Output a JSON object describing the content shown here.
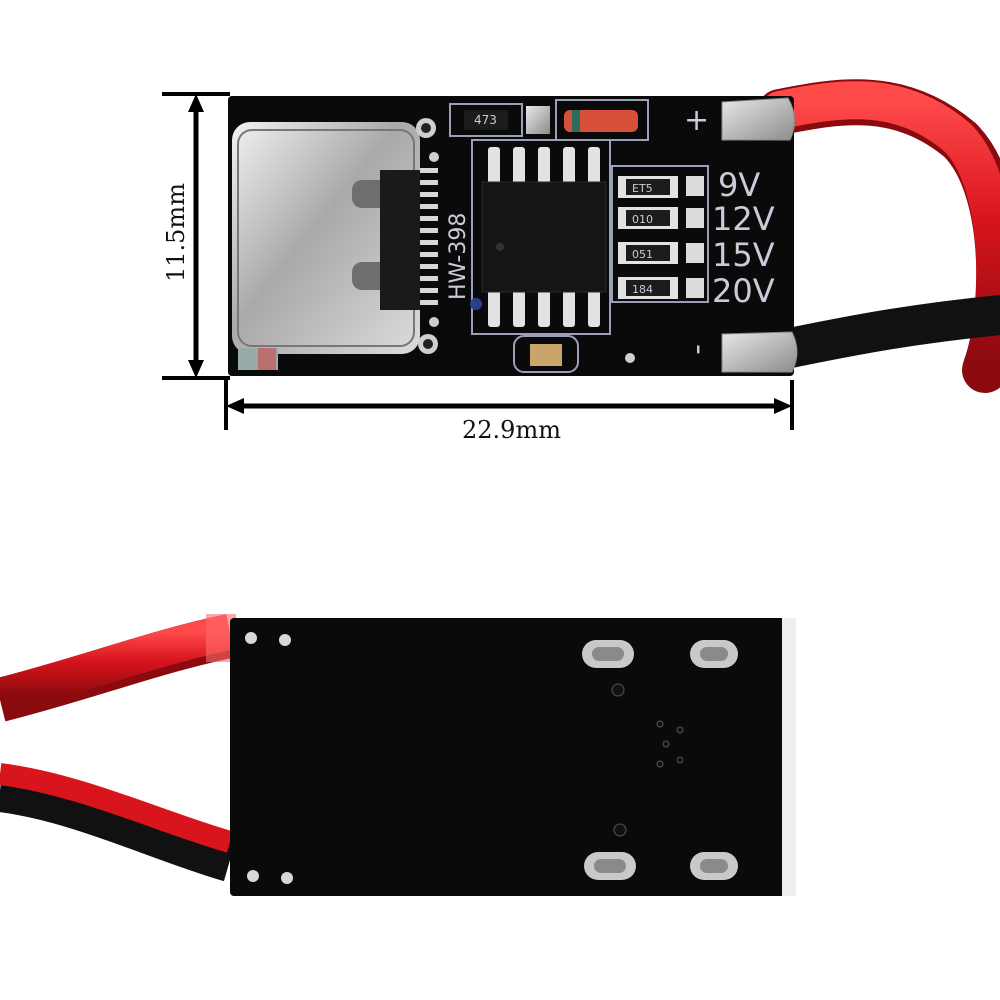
{
  "dimensions": {
    "height_label": "11.5mm",
    "width_label": "22.9mm"
  },
  "board_front": {
    "model_label": "HW-398",
    "plus_mark": "+",
    "minus_mark": "-",
    "voltages": [
      "9V",
      "12V",
      "15V",
      "20V"
    ],
    "resistor_codes": [
      "473",
      "ET5",
      "010",
      "051",
      "184"
    ]
  },
  "colors": {
    "pcb": "#0a0a0a",
    "wire_red": "#d8141c",
    "wire_black": "#111111",
    "silkscreen": "#c9ccd8",
    "solder": "#b9b9b9"
  }
}
